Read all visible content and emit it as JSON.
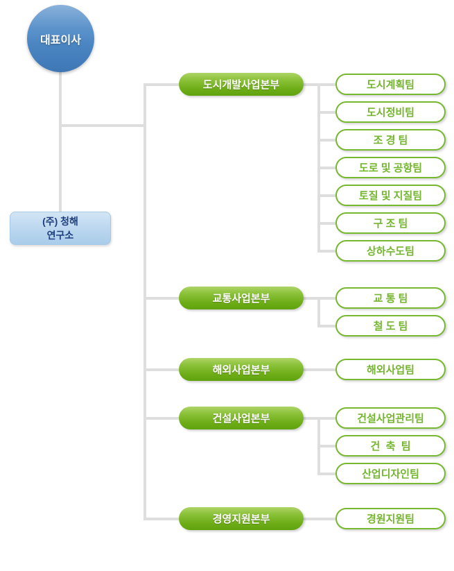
{
  "org": {
    "ceo": {
      "label": "대표이사"
    },
    "company": {
      "line1": "(주) 청해",
      "line2": "연구소"
    },
    "divisions": [
      {
        "label": "도시개발사업본부",
        "teams": [
          "도시계획팀",
          "도시정비팀",
          "조 경 팀",
          "도로 및 공항팀",
          "토질 및 지질팀",
          "구 조 팀",
          "상하수도팀"
        ]
      },
      {
        "label": "교통사업본부",
        "teams": [
          "교 통 팀",
          "철 도 팀"
        ]
      },
      {
        "label": "해외사업본부",
        "teams": [
          "해외사업팀"
        ]
      },
      {
        "label": "건설사업본부",
        "teams": [
          "건설사업관리팀",
          "건  축  팀",
          "산업디자인팀"
        ]
      },
      {
        "label": "경영지원본부",
        "teams": [
          "경원지원팀"
        ]
      }
    ],
    "colors": {
      "division_green_top": "#aed468",
      "division_green_bottom": "#5fa30d",
      "team_border_green": "#76b82f",
      "team_text_green": "#74b52e",
      "ceo_blue_top": "#8ab1da",
      "ceo_blue_bottom": "#3f77b5",
      "company_bg": "#bcd7ef",
      "company_text": "#1e3e7e",
      "connector_gray": "#dedede"
    }
  }
}
